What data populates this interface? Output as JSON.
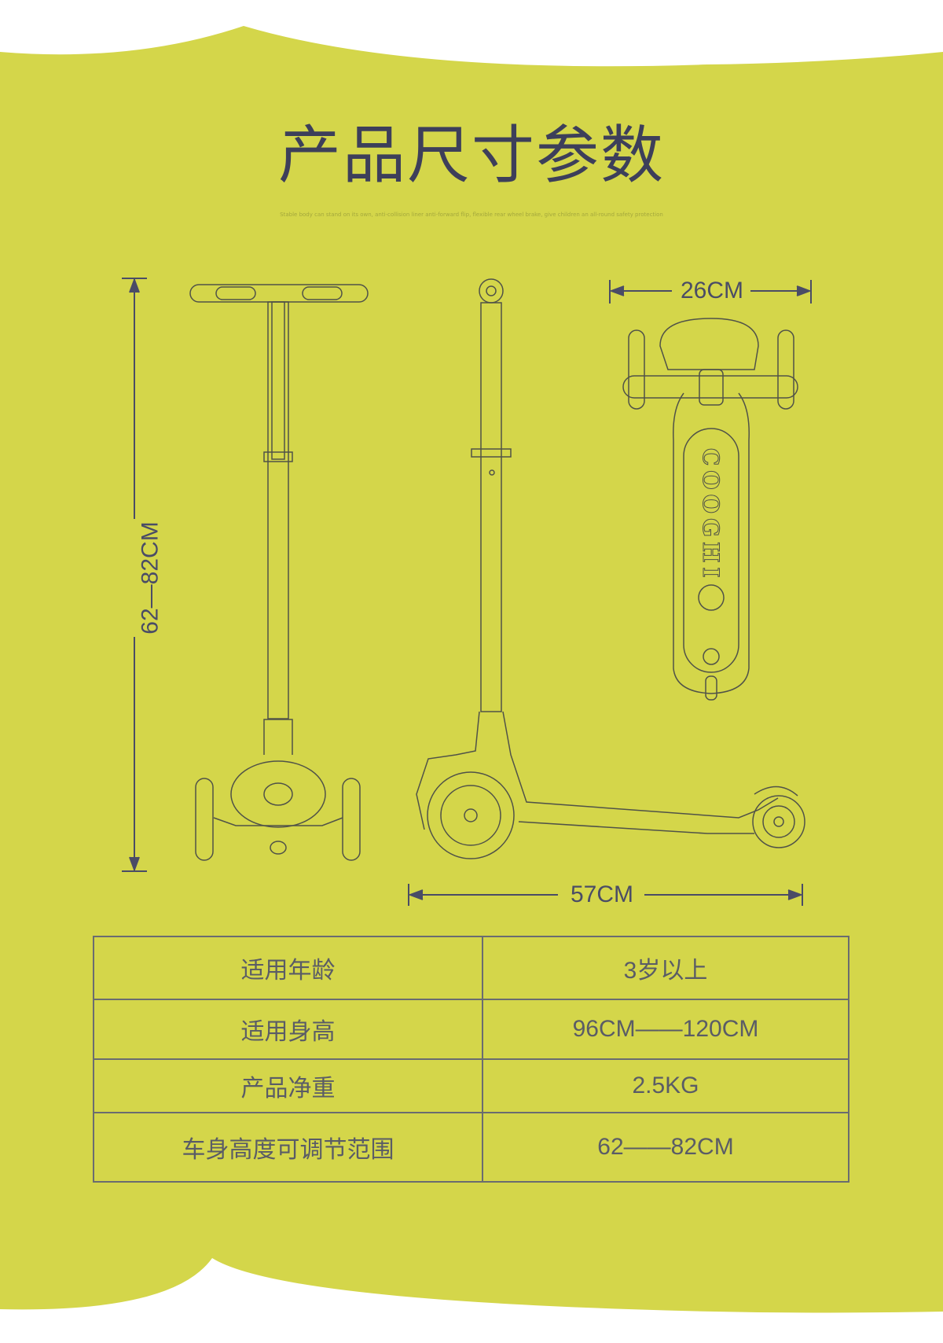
{
  "title": "产品尺寸参数",
  "subtitle": "Stable body can stand on its own, anti-collision liner anti-forward flip, flexible rear wheel brake, give children an all-round safety protection",
  "brand_on_deck": "COOGHI",
  "dimensions": {
    "height": "62—82CM",
    "width": "26CM",
    "length": "57CM"
  },
  "specs": [
    {
      "label": "适用年龄",
      "value": "3岁以上"
    },
    {
      "label": "适用身高",
      "value": "96CM——120CM"
    },
    {
      "label": "产品净重",
      "value": "2.5KG"
    },
    {
      "label": "车身高度可调节范围",
      "value": "62——82CM"
    }
  ],
  "colors": {
    "background": "#d4d64a",
    "text": "#3d3f5a",
    "line": "#4a4c66"
  }
}
